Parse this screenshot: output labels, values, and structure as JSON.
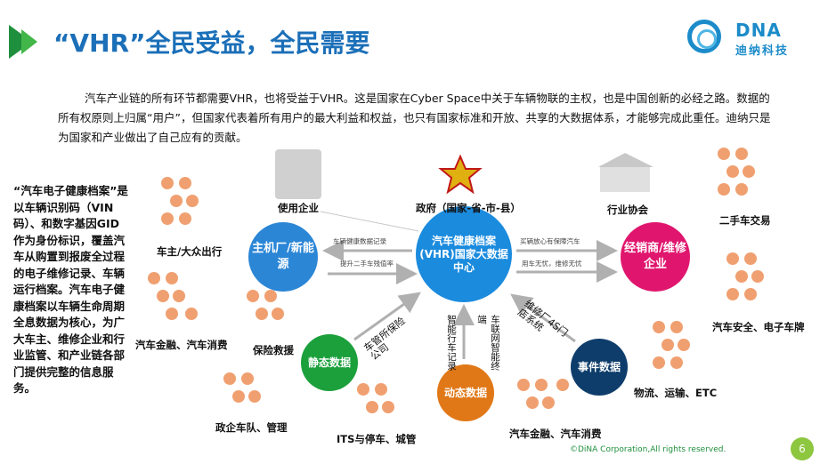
{
  "header": {
    "title": "“VHR”全民受益，全民需要",
    "logo_text": "DNA",
    "logo_cn": "迪纳科技"
  },
  "intro": "汽车产业链的所有环节都需要VHR，也将受益于VHR。这是国家在Cyber Space中关于车辆物联的主权，也是中国创新的必经之路。数据的所有权原则上归属“用户”，但国家代表着所有用户的最大利益和权益，也只有国家标准和开放、共享的大数据体系，才能够完成此重任。迪纳只是为国家和产业做出了自己应有的贡献。",
  "sidetext": "“汽车电子健康档案”是以车辆识别码（VIN码）、和数字基因GID作为身份标识，覆盖汽车从购置到报废全过程的电子维修记录、车辆运行档案。汽车电子健康档案以车辆生命周期全息数据为核心，为广大车主、维修企业和行业监管、和产业链各部门提供完整的信息服务。",
  "diagram": {
    "center": "汽车健康档案(VHR)国家大数据中心",
    "left_circle": "主机厂/新能源",
    "right_circle": "经销商/维修企业",
    "static_data": "静态数据",
    "dynamic_data": "动态数据",
    "event_data": "事件数据",
    "labels": {
      "use_enterprise": "使用企业",
      "government": "政府（国家-省-市-县）",
      "industry_assoc": "行业协会",
      "owner_mobility": "车主/大众出行",
      "used_car": "二手车交易",
      "auto_finance_left": "汽车金融、汽车消费",
      "insurance": "保险救援",
      "auto_safety": "汽车安全、电子车牌",
      "logistics": "物流、运输、ETC",
      "gov_fleet": "政企车队、管理",
      "its_parking": "ITS与停车、城管",
      "auto_finance_bottom": "汽车金融、汽车消费"
    },
    "arrows": {
      "health_record": "车辆健康数据记录",
      "used_value": "提升二手车残值率",
      "buy_safe": "买辆放心有保障汽车",
      "use_car": "用车无忧，维修无忧",
      "vehicle_mgmt": "车管所保险公司",
      "repair_shop": "维修厂4S门店系统",
      "dynamic_left": "智能行车记录",
      "dynamic_right": "车联网智能终端"
    }
  },
  "footer": {
    "copyright": "©DiNA Corporation,All rights reserved.",
    "page": "6"
  },
  "colors": {
    "title": "#1b6fb8",
    "center": "#1b8bde",
    "left": "#2b86d6",
    "right": "#e0166e",
    "static": "#1ca03c",
    "dynamic": "#e07818",
    "event": "#0e3d6b"
  }
}
